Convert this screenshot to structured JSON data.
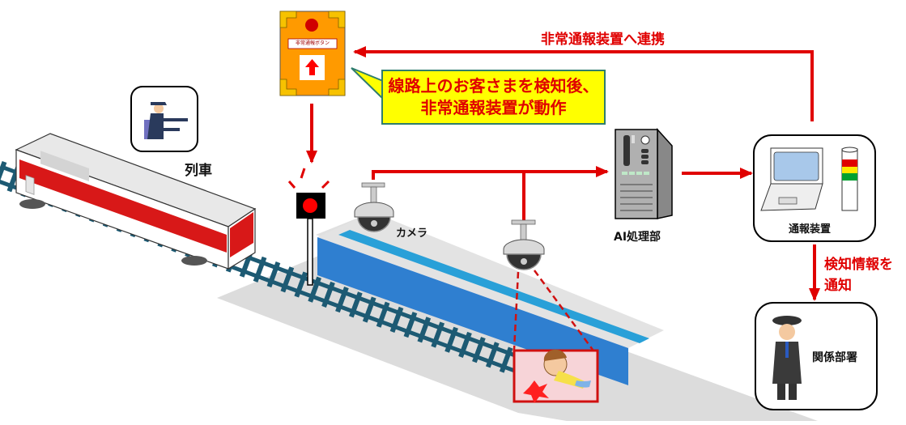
{
  "title": "線路上のお客さま検知システム概要図",
  "colors": {
    "arrow": "#e00000",
    "callout_bg": "#ffff00",
    "callout_border": "#2f7d6d",
    "platform_blue": "#2f7fd0",
    "track": "#1d5a73",
    "emergency_button": "#ff9a00"
  },
  "labels": {
    "train": "列車",
    "camera": "カメラ",
    "ai_unit": "AI処理部",
    "notification_device": "通報装置",
    "related_dept": "関係部署",
    "emergency_button_plate": "非常通報ボタン",
    "link_to_emergency": "非常通報装置へ連携",
    "notify_line1": "検知情報を",
    "notify_line2": "通知"
  },
  "callout": {
    "line1": "線路上のお客さまを検知後、",
    "line2": "非常通報装置が動作"
  },
  "icons": {
    "driver": "train-driver-icon",
    "signal": "warning-signal-icon",
    "camera": "dome-camera-icon",
    "server": "server-icon",
    "laptop": "laptop-icon",
    "signal_tower": "signal-tower-light-icon",
    "staff": "station-staff-icon",
    "fallen_person": "fallen-person-icon"
  }
}
